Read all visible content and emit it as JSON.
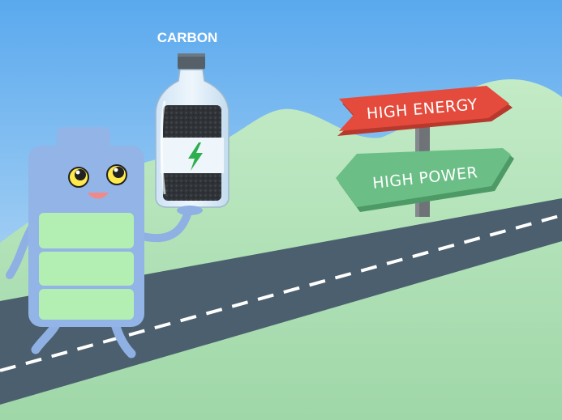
{
  "labels": {
    "carbon": "CARBON",
    "sign_top": "HIGH ENERGY",
    "sign_bottom": "HIGH POWER"
  },
  "colors": {
    "sky_top": "#5aa9ee",
    "sky_bottom": "#cfe6f7",
    "hill": "#a8dcb0",
    "road": "#4b5f6e",
    "battery_body": "#93b4e6",
    "battery_charge": "#b3efb3",
    "sign_top": "#e44b3c",
    "sign_bottom": "#6bbf86",
    "bolt": "#2eaf4d"
  },
  "icons": {
    "bottle_bolt": "lightning-bolt-icon"
  }
}
